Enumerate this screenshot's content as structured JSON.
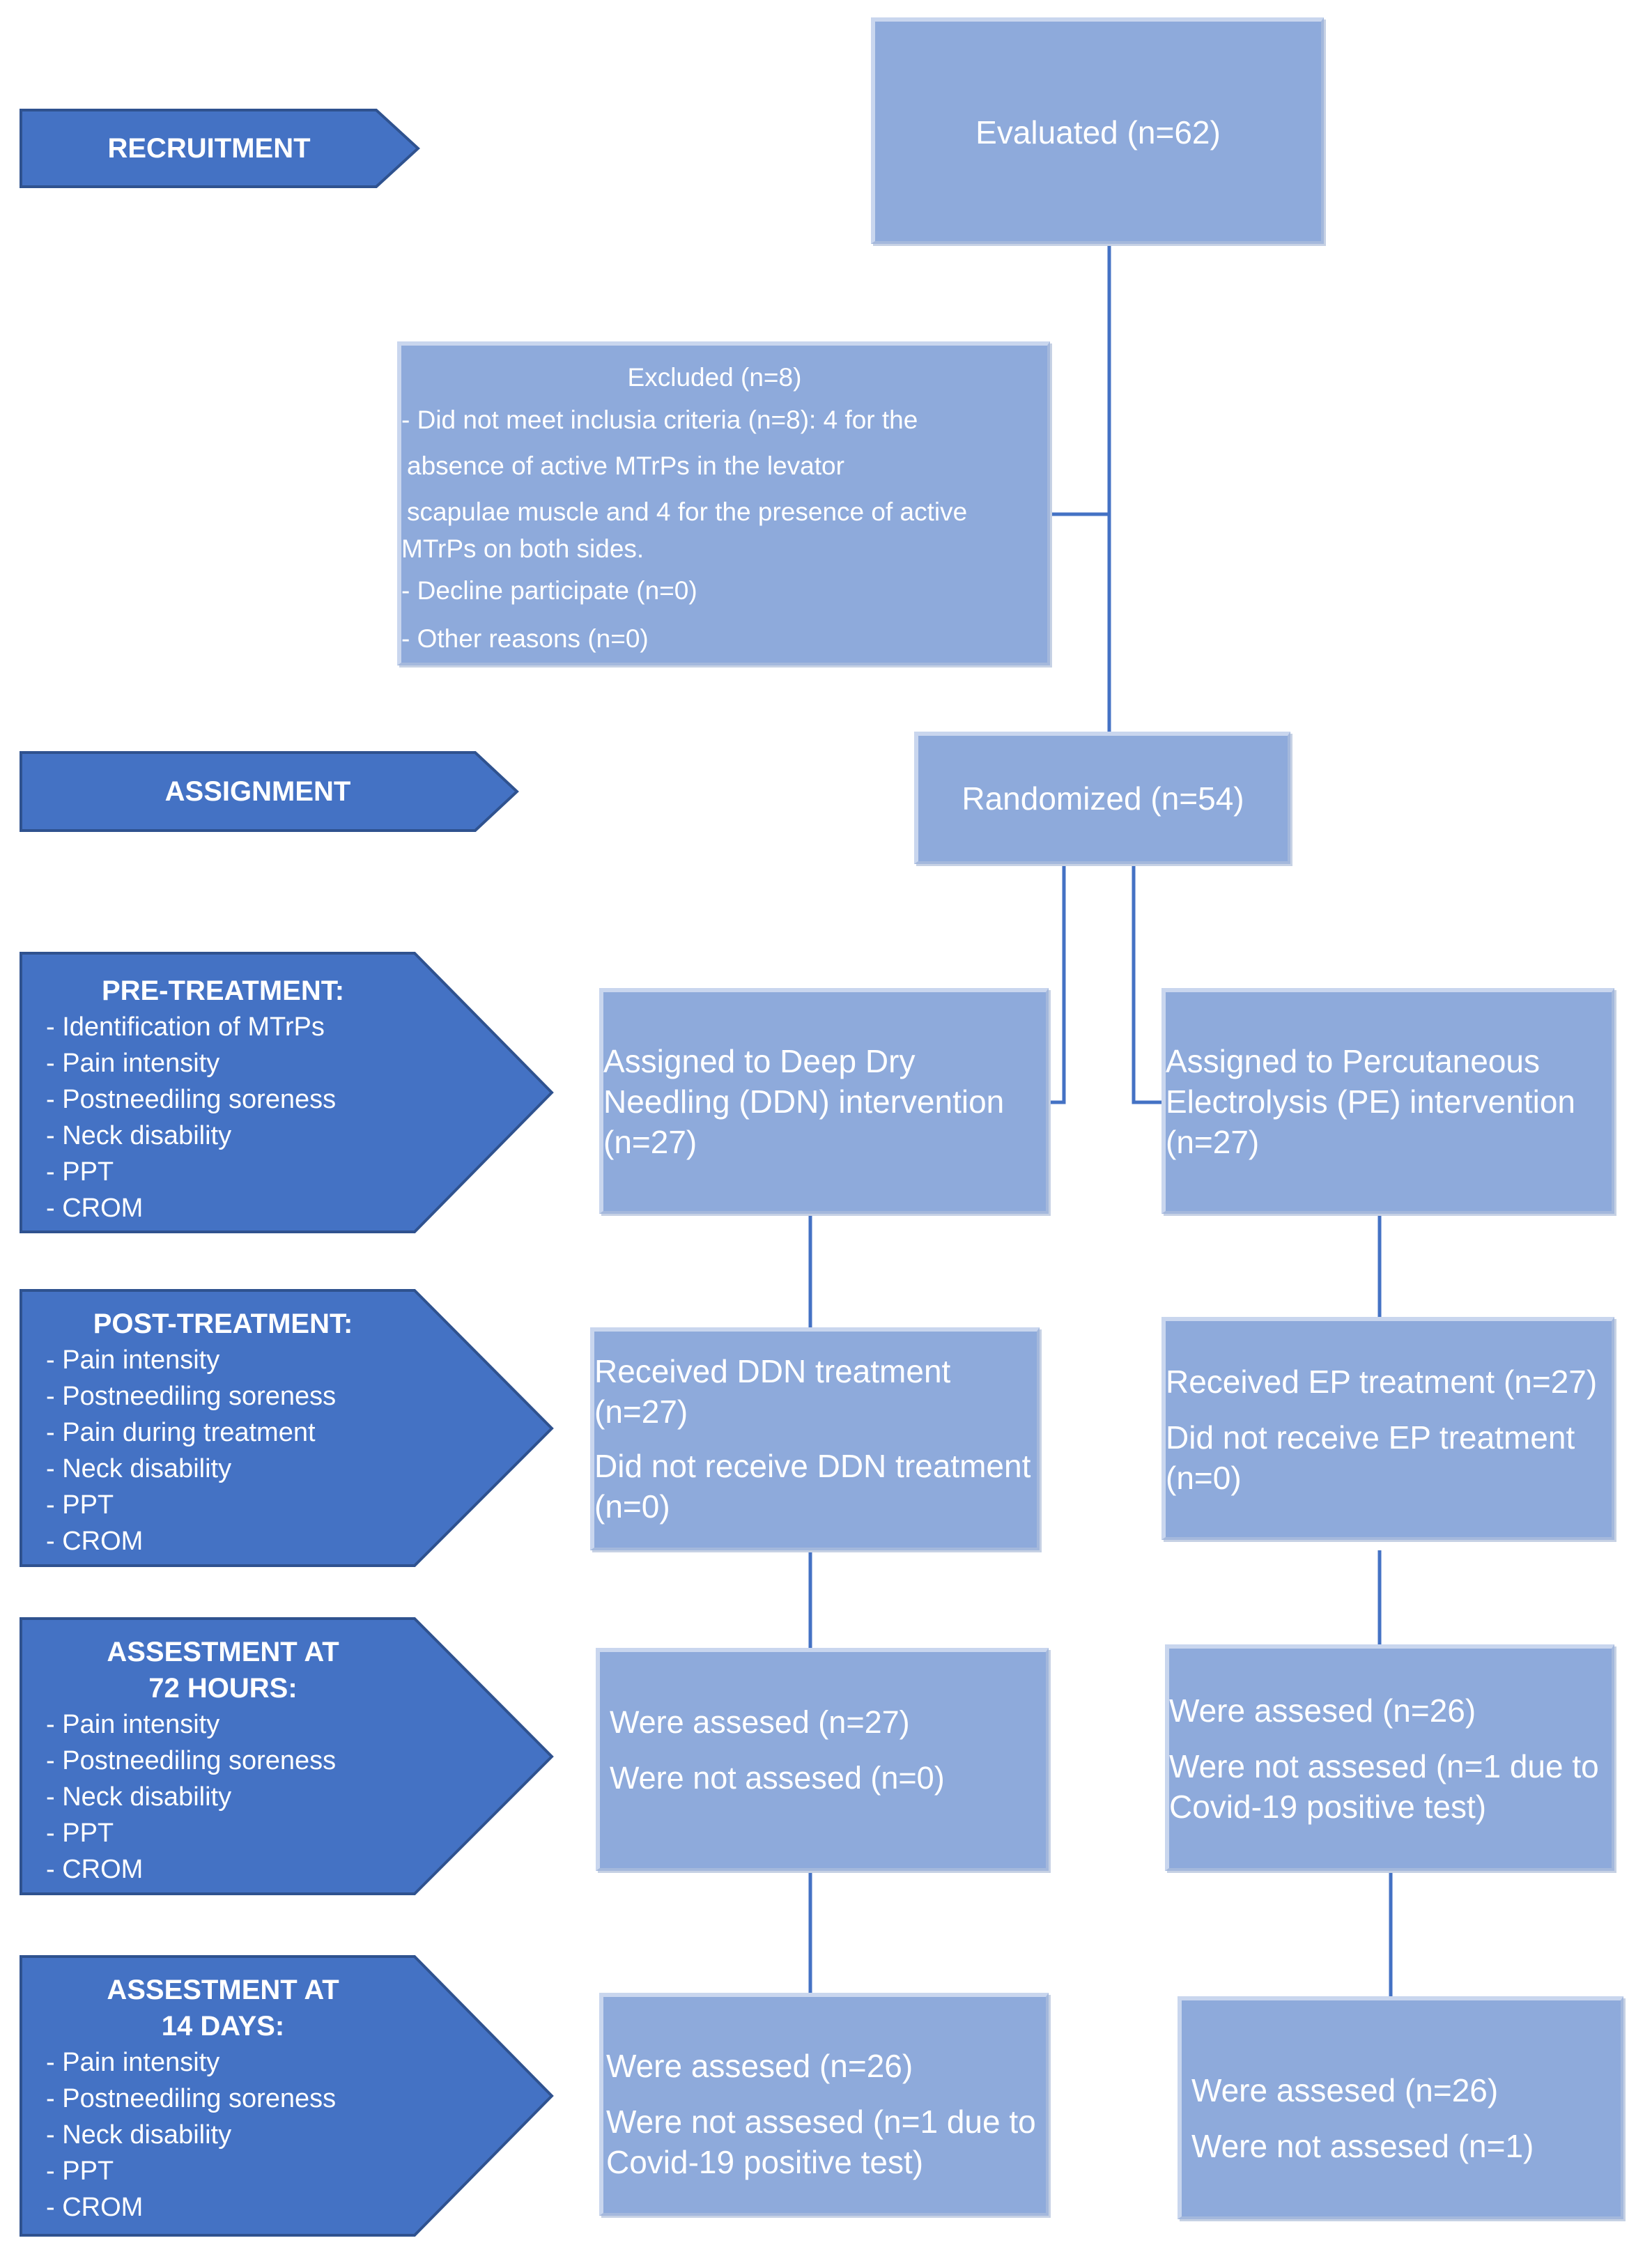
{
  "stages": {
    "recruitment": {
      "title": "RECRUITMENT"
    },
    "assignment": {
      "title": "ASSIGNMENT"
    },
    "pre": {
      "title": "PRE-TREATMENT:",
      "items": [
        "Identification of MTrPs",
        "Pain intensity",
        "Postneediling soreness",
        "Neck disability",
        "PPT",
        "CROM"
      ]
    },
    "post": {
      "title": "POST-TREATMENT:",
      "items": [
        "Pain intensity",
        "Postneediling soreness",
        "Pain during treatment",
        "Neck disability",
        "PPT",
        "CROM"
      ]
    },
    "h72": {
      "title_line1": "ASSESTMENT AT",
      "title_line2": "72 HOURS:",
      "items": [
        "Pain intensity",
        "Postneediling soreness",
        "Neck disability",
        "PPT",
        "CROM"
      ]
    },
    "d14": {
      "title_line1": "ASSESTMENT AT",
      "title_line2": "14 DAYS:",
      "items": [
        "Pain intensity",
        "Postneediling soreness",
        "Neck disability",
        "PPT",
        "CROM"
      ]
    }
  },
  "boxes": {
    "evaluated": "Evaluated (n=62)",
    "excluded": {
      "title": "Excluded (n=8)",
      "line1": "- Did not meet inclusia criteria (n=8): 4 for the",
      "line2": "absence of active MTrPs in the levator",
      "line3": "scapulae muscle and 4 for the presence of active",
      "line4": "MTrPs on both sides.",
      "line5": "- Decline participate (n=0)",
      "line6": "- Other reasons (n=0)"
    },
    "randomized": "Randomized (n=54)",
    "ddn_assigned": "Assigned to Deep Dry Needling (DDN) intervention (n=27)",
    "pe_assigned": "Assigned to Percutaneous Electrolysis (PE) intervention (n=27)",
    "ddn_received": {
      "line1": "Received DDN treatment (n=27)",
      "line2": "Did not receive DDN treatment (n=0)"
    },
    "ep_received": {
      "line1": "Received EP treatment (n=27)",
      "line2": "Did not receive EP treatment (n=0)"
    },
    "ddn_72h": {
      "line1": "Were assesed (n=27)",
      "line2": "Were not assesed (n=0)"
    },
    "pe_72h": {
      "line1": "Were assesed (n=26)",
      "line2": "Were not assesed (n=1 due to Covid-19 positive test)"
    },
    "ddn_14d": {
      "line1": "Were assesed (n=26)",
      "line2": "Were not assesed (n=1 due to Covid-19 positive test)"
    },
    "pe_14d": {
      "line1": "Were assesed (n=26)",
      "line2": "Were not assesed (n=1)"
    }
  },
  "colors": {
    "stage_fill": "#4472c4",
    "stage_stroke": "#2f528f",
    "box_fill": "#8eaadb",
    "connector": "#4472c4",
    "text": "#ffffff"
  }
}
